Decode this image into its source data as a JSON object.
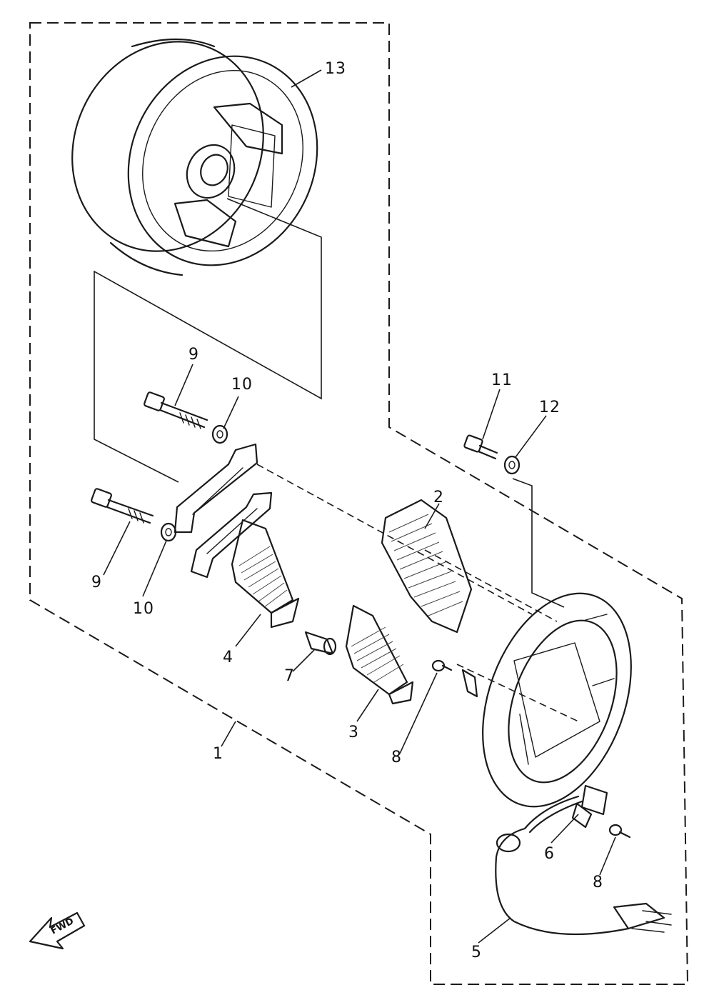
{
  "diagram": {
    "type": "exploded parts view",
    "direction_badge": {
      "text": "FWD",
      "icon": "forward-arrow-icon"
    },
    "callouts": [
      {
        "id": "1",
        "text": "1"
      },
      {
        "id": "2",
        "text": "2"
      },
      {
        "id": "3",
        "text": "3"
      },
      {
        "id": "4",
        "text": "4"
      },
      {
        "id": "5",
        "text": "5"
      },
      {
        "id": "6",
        "text": "6"
      },
      {
        "id": "7",
        "text": "7"
      },
      {
        "id": "8a",
        "text": "8"
      },
      {
        "id": "8b",
        "text": "8"
      },
      {
        "id": "9a",
        "text": "9"
      },
      {
        "id": "9b",
        "text": "9"
      },
      {
        "id": "10a",
        "text": "10"
      },
      {
        "id": "10b",
        "text": "10"
      },
      {
        "id": "11",
        "text": "11"
      },
      {
        "id": "12",
        "text": "12"
      },
      {
        "id": "13",
        "text": "13"
      }
    ]
  }
}
